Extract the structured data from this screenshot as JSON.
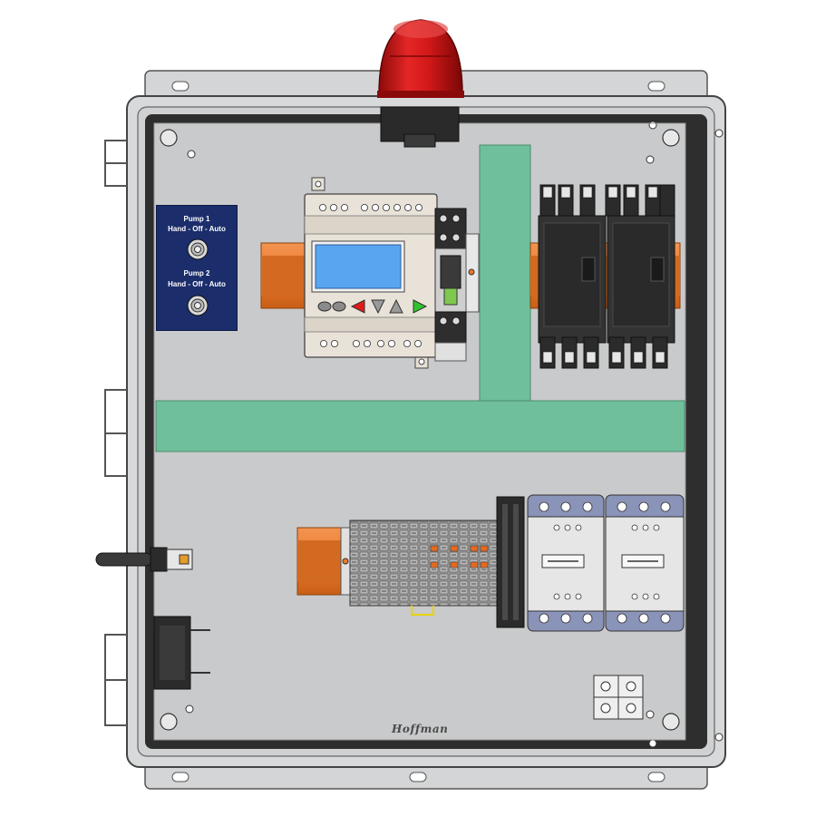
{
  "selector_plate": {
    "pump1_title": "Pump 1",
    "pump1_mode": "Hand - Off - Auto",
    "pump2_title": "Pump 2",
    "pump2_mode": "Hand - Off - Auto"
  },
  "enclosure": {
    "brand": "Hoffman"
  },
  "colors": {
    "enclosure_gray": "#d7d9da",
    "backplate": "#c9cacb",
    "wire_duct": "#6fbf9b",
    "din_rail": "#ea7a2d",
    "beacon_red": "#d11818",
    "plate_navy": "#1b2d6b",
    "plc_screen": "#5aa5f0",
    "contactor_dark": "#2b2b2b",
    "overload_blue": "#8a93b8"
  },
  "icons": {
    "plc_keypad": [
      "ellipse-key",
      "ellipse-key",
      "left-arrow-red",
      "down-arrow",
      "up-arrow",
      "right-arrow-green"
    ],
    "alarm_beacon": "red-beacon-icon",
    "selector_switch": "selector-switch-icon"
  }
}
